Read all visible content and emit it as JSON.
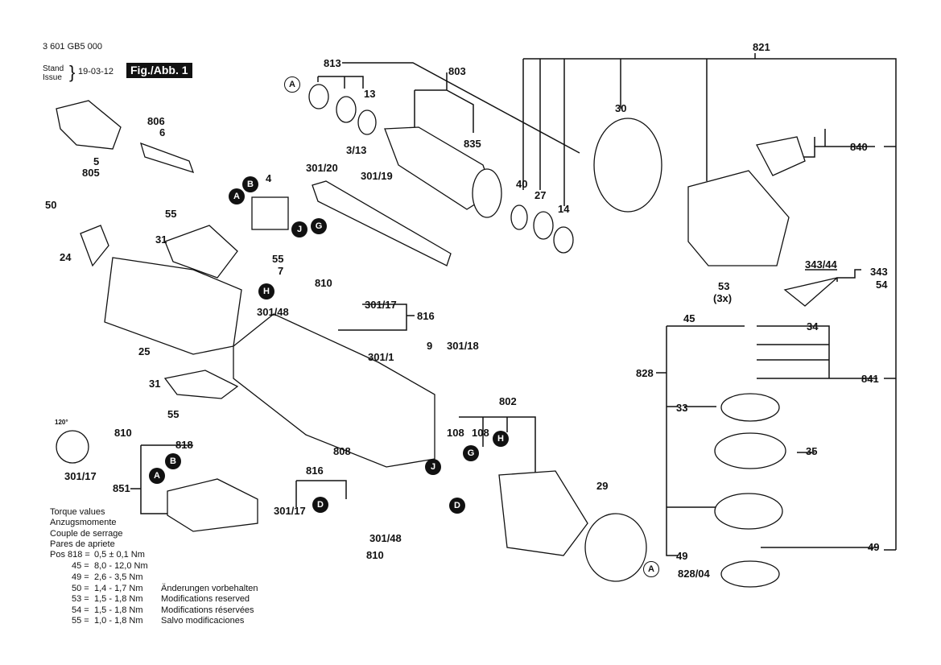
{
  "header": {
    "doc_number": "3 601 GB5 000",
    "stand_label": "Stand",
    "issue_label": "Issue",
    "brace": "}",
    "date": "19-03-12",
    "figure": "Fig./Abb. 1"
  },
  "labels": {
    "l813": "813",
    "l803": "803",
    "l821": "821",
    "l13": "13",
    "l3_13": "3/13",
    "l835": "835",
    "l30": "30",
    "l840": "840",
    "l806": "806",
    "l6": "6",
    "l5": "5",
    "l805": "805",
    "l4": "4",
    "l301_20": "301/20",
    "l301_19": "301/19",
    "l40": "40",
    "l27": "27",
    "l14": "14",
    "l50": "50",
    "l55a": "55",
    "l31a": "31",
    "l55b": "55",
    "l7": "7",
    "l24": "24",
    "l810a": "810",
    "l301_17a": "301/17",
    "l816a": "816",
    "l301_48a": "301/48",
    "l25": "25",
    "l301_1": "301/1",
    "l9": "9",
    "l301_18": "301/18",
    "l31b": "31",
    "l55c": "55",
    "l343_44": "343/44",
    "l343": "343",
    "l54": "54",
    "l53": "53",
    "l53x": "(3x)",
    "l45": "45",
    "l34": "34",
    "l828": "828",
    "l841": "841",
    "l33": "33",
    "l35": "35",
    "l49a": "49",
    "l49b": "49",
    "l828_04": "828/04",
    "l802": "802",
    "l108a": "108",
    "l108b": "108",
    "l29": "29",
    "l808": "808",
    "l810b": "810",
    "l301_17b": "301/17",
    "l120": "120°",
    "l818": "818",
    "l851": "851",
    "l816b": "816",
    "l301_17c": "301/17",
    "l301_48b": "301/48",
    "l810c": "810"
  },
  "markers": {
    "A": "A",
    "B": "B",
    "G": "G",
    "H": "H",
    "J": "J",
    "D": "D"
  },
  "torque": {
    "title_en": "Torque values",
    "title_de": "Anzugsmomente",
    "title_fr": "Couple de serrage",
    "title_es": "Pares de apriete",
    "rows": [
      {
        "pos": "Pos 818 =",
        "value": "0,5 ± 0,1 Nm"
      },
      {
        "pos": "45 =",
        "value": "8,0 - 12,0 Nm"
      },
      {
        "pos": "49 =",
        "value": "2,6 - 3,5 Nm"
      },
      {
        "pos": "50 =",
        "value": "1,4 - 1,7 Nm"
      },
      {
        "pos": "53 =",
        "value": "1,5 - 1,8 Nm"
      },
      {
        "pos": "54 =",
        "value": "1,5 - 1,8 Nm"
      },
      {
        "pos": "55 =",
        "value": "1,0 - 1,8 Nm"
      }
    ]
  },
  "modifications": {
    "de": "Änderungen vorbehalten",
    "en": "Modifications reserved",
    "fr": "Modifications réservées",
    "es": "Salvo modificaciones"
  }
}
